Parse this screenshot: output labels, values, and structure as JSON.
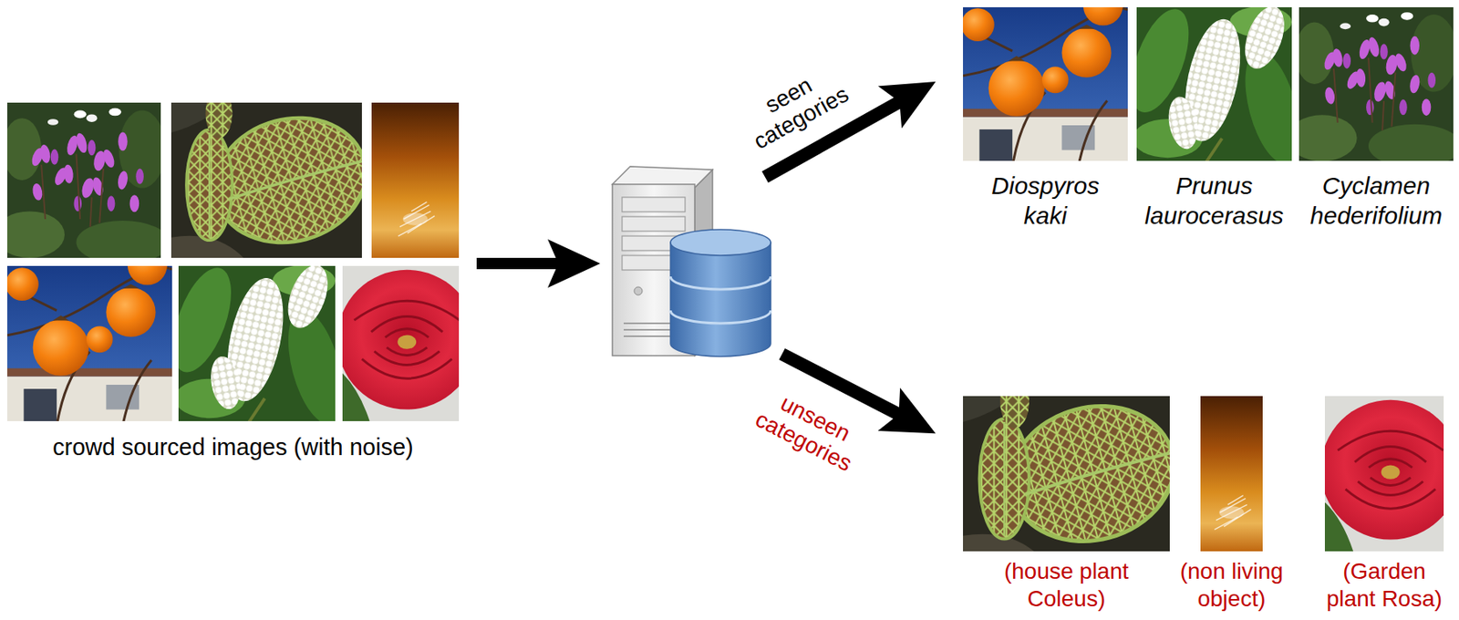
{
  "diagram": {
    "nodes": [
      {
        "text": [
          "crowd sourced images (with noise)"
        ]
      },
      {
        "text": [
          "Diospyros kaki"
        ]
      },
      {
        "text": [
          "Prunus laurocerasus"
        ]
      },
      {
        "text": [
          "Cyclamen hederifolium"
        ]
      },
      {
        "text": [
          "(house plant Coleus)"
        ]
      },
      {
        "text": [
          "(non living object)"
        ]
      },
      {
        "text": [
          "(Garden plant Rosa)"
        ]
      }
    ],
    "labels": [
      "seen categories",
      "unseen categories"
    ]
  }
}
